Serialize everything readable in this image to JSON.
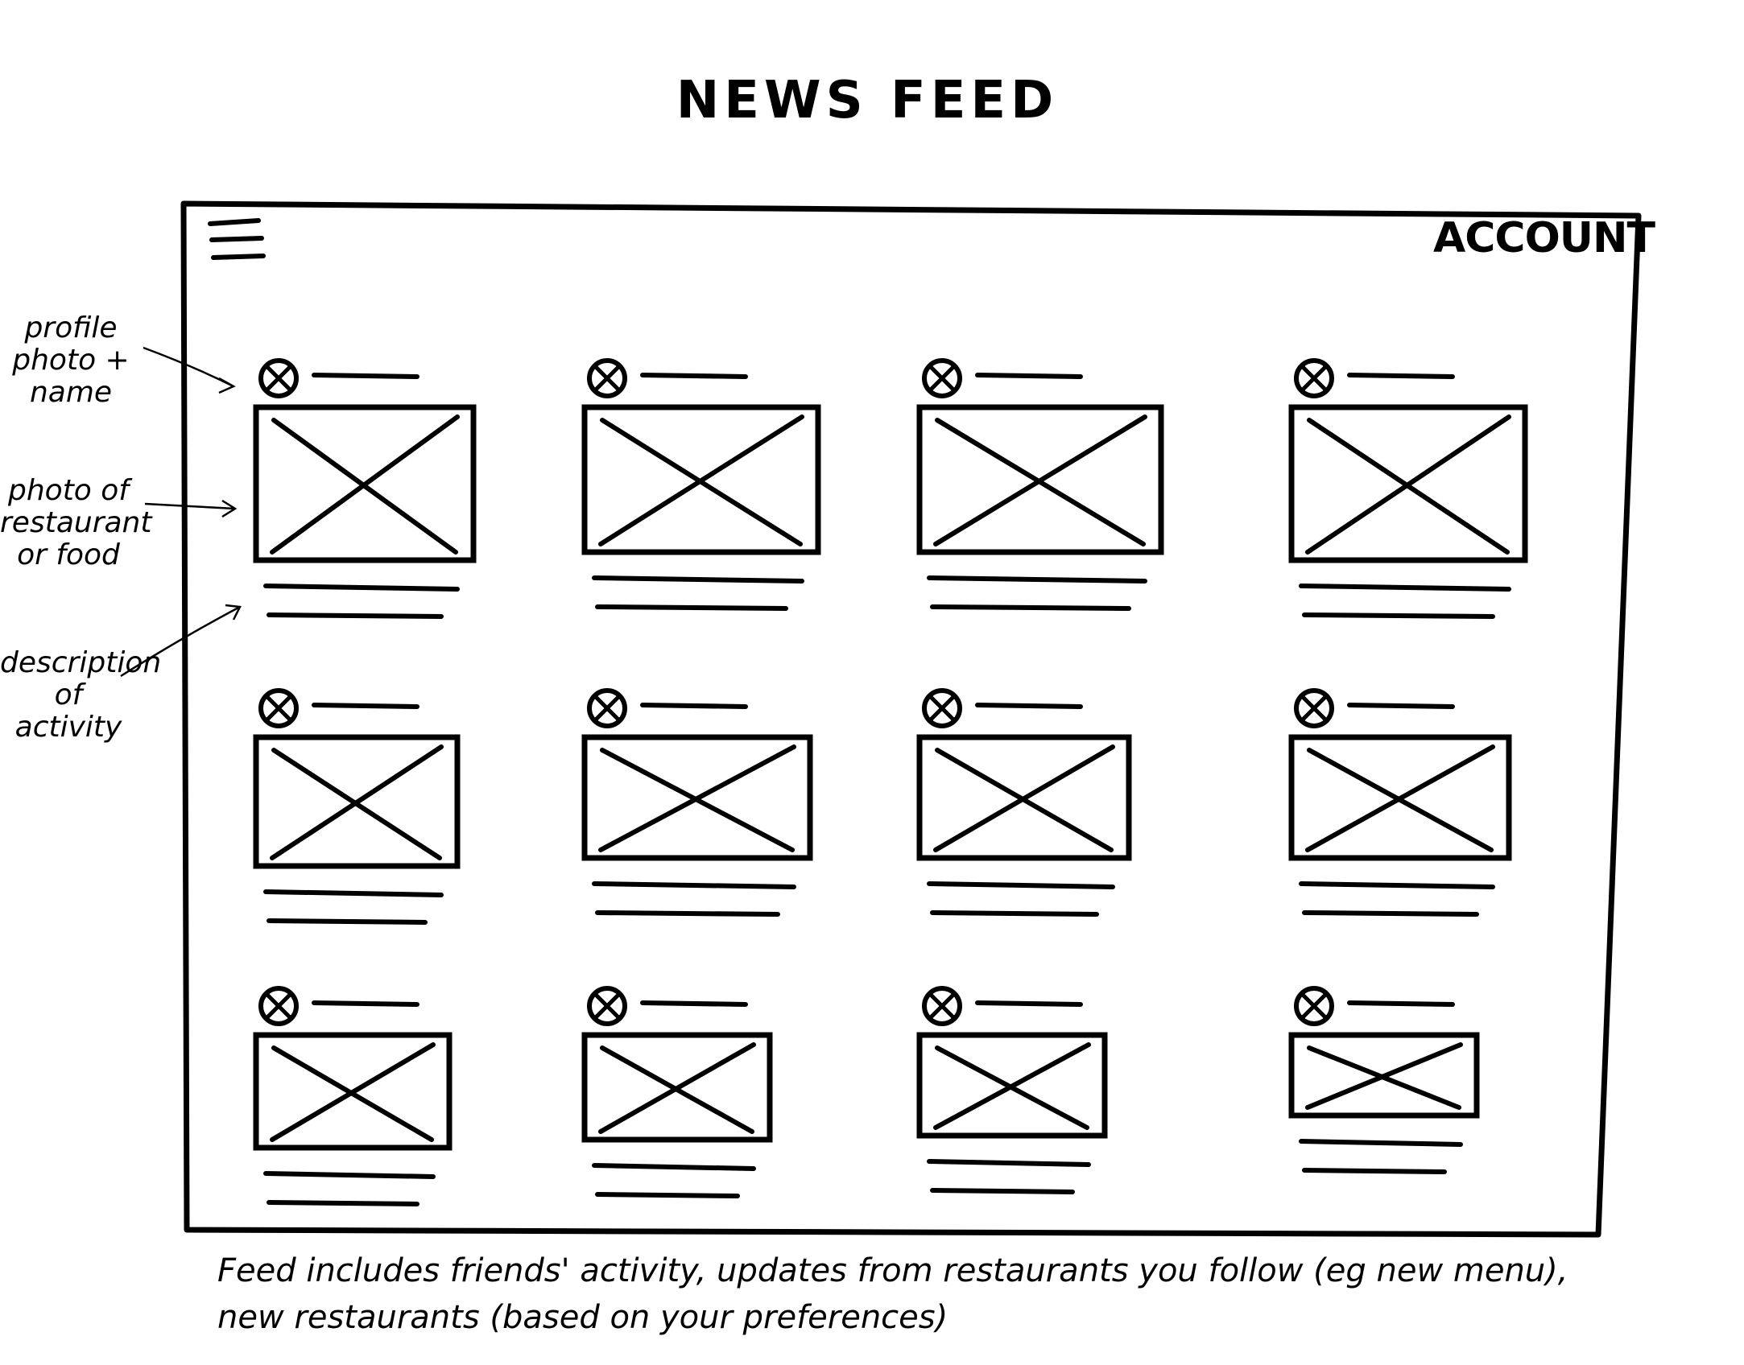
{
  "page": {
    "title": "NEWS FEED"
  },
  "header": {
    "menu_icon": "hamburger-menu-icon",
    "account_label": "ACCOUNT"
  },
  "annotations": {
    "profile": "profile\nphoto +\nname",
    "photo": "photo of\nrestaurant\nor food",
    "description": "description\nof\nactivity"
  },
  "feed": {
    "card_count": 12,
    "columns": 4,
    "rows": 3,
    "avatar_icon": "profile-photo-placeholder-icon",
    "image_icon": "image-placeholder-icon"
  },
  "footer": {
    "line1": "Feed includes friends' activity, updates from restaurants you follow (eg new menu),",
    "line2": "new restaurants (based on your preferences)"
  }
}
